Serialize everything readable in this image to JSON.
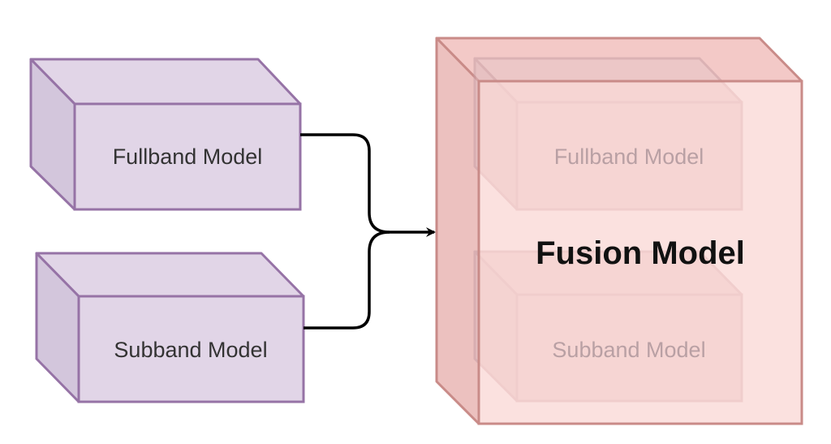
{
  "diagram": {
    "boxes": {
      "fullband": {
        "label": "Fullband Model"
      },
      "subband": {
        "label": "Subband Model"
      },
      "fusion": {
        "title": "Fusion Model",
        "inner_fullband": "Fullband Model",
        "inner_subband": "Subband Model"
      }
    },
    "colors": {
      "purple_fill": "#e1d5e7",
      "purple_side": "#cfc3d9",
      "purple_stroke": "#9673a6",
      "red_fill": "#f8cecc",
      "red_side": "#f0c0be",
      "red_stroke": "#b85450",
      "connector": "#000000",
      "text_dark": "#333333",
      "text_faded": "#b9a0a4"
    }
  }
}
